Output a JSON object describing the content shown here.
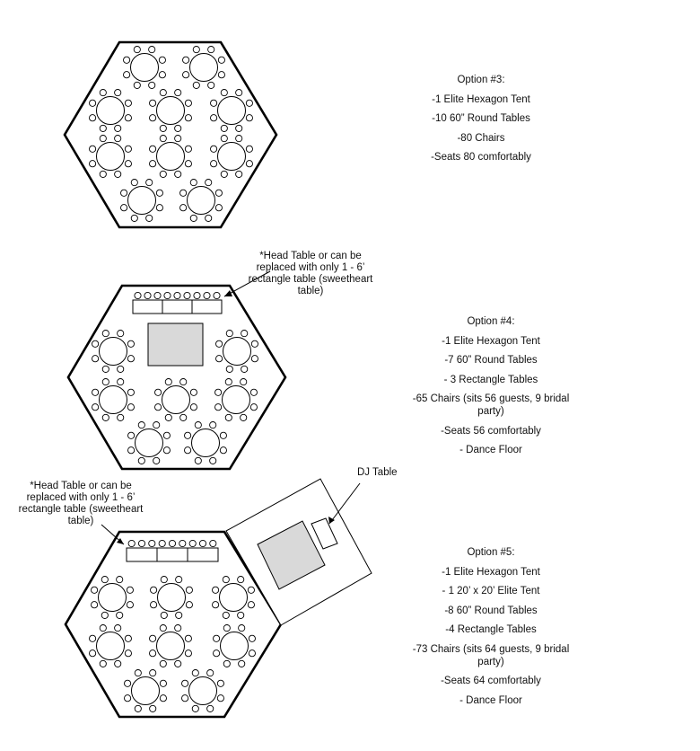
{
  "options": [
    {
      "title": "Option #3:",
      "lines": [
        "-1 Elite Hexagon Tent",
        "-10 60” Round Tables",
        "-80 Chairs",
        "-Seats 80 comfortably"
      ]
    },
    {
      "title": "Option #4:",
      "lines": [
        "-1 Elite Hexagon Tent",
        "-7 60” Round Tables",
        "- 3 Rectangle Tables",
        "-65 Chairs (sits 56 guests, 9 bridal party)",
        "-Seats 56 comfortably",
        "- Dance Floor"
      ]
    },
    {
      "title": "Option #5:",
      "lines": [
        "-1 Elite Hexagon Tent",
        "- 1 20’ x 20’ Elite Tent",
        "-8 60” Round Tables",
        "-4 Rectangle Tables",
        "-73 Chairs (sits 64 guests, 9 bridal party)",
        "-Seats 64 comfortably",
        "- Dance Floor"
      ]
    }
  ],
  "head_table_note": "*Head Table or can be replaced with only 1 - 6’ rectangle table (sweetheart table)",
  "dj_table_label": "DJ Table"
}
